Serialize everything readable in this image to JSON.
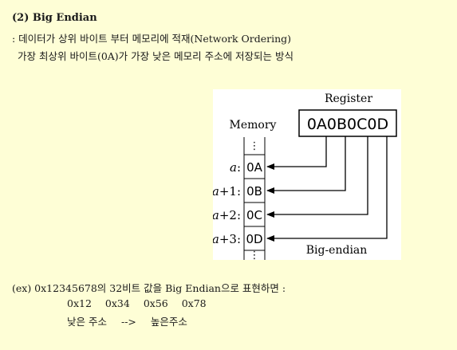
{
  "heading": "(2) Big Endian",
  "description": {
    "line1": ": 데이터가 상위 바이트 부터 메모리에 적재(Network Ordering)",
    "line2": "가장 최상위 바이트(0A)가 가장 낮은 메모리 주소에 저장되는 방식"
  },
  "diagram": {
    "register_label": "Register",
    "register_value": "0A0B0C0D",
    "memory_label": "Memory",
    "ellipsis": "⋮",
    "rows": [
      {
        "addr": "a",
        "offset": ":",
        "value": "0A"
      },
      {
        "addr": "a",
        "offset": "+1:",
        "value": "0B"
      },
      {
        "addr": "a",
        "offset": "+2:",
        "value": "0C"
      },
      {
        "addr": "a",
        "offset": "+3:",
        "value": "0D"
      }
    ],
    "caption": "Big-endian"
  },
  "example": {
    "line": "(ex) 0x12345678의 32비트 값을 Big Endian으로 표현하면 :",
    "bytes": [
      "0x12",
      "0x34",
      "0x56",
      "0x78"
    ],
    "low_label": "낮은 주소",
    "arrow": "-->",
    "high_label": "높은주소"
  },
  "colors": {
    "background": "#fefed6",
    "diagram_background": "#ffffff",
    "ink": "#000000"
  }
}
